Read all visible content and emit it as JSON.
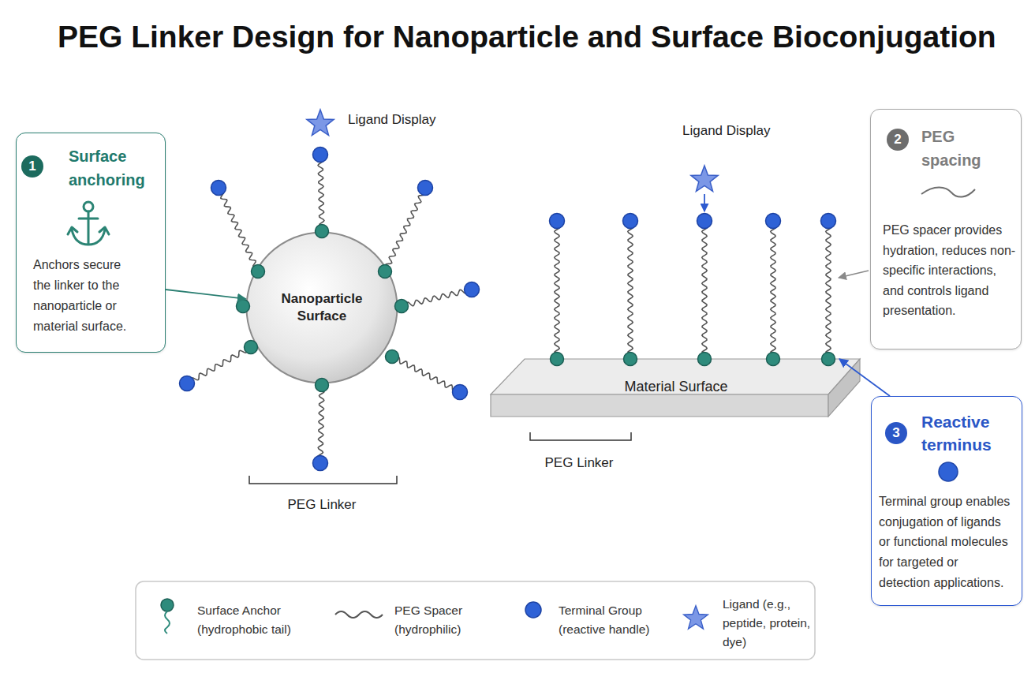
{
  "diagram": {
    "title": "PEG Linker Design for Nanoparticle and Surface Bioconjugation",
    "nodes": [
      {
        "text": [
          "1",
          "Surface anchoring",
          "Anchors secure the linker to the nanoparticle or material surface."
        ]
      },
      {
        "text": [
          "Nanoparticle Surface"
        ]
      },
      {
        "text": [
          "2",
          "PEG spacing",
          "PEG spacer provides hydration, reduces non-specific interactions, and controls ligand presentation."
        ]
      },
      {
        "text": [
          "Material Surface"
        ]
      },
      {
        "text": [
          "3",
          "Reactive terminus",
          "Terminal group enables conjugation of ligands or functional molecules for targeted or detection applications."
        ]
      }
    ],
    "edges": [
      {
        "from": 0,
        "to": 1,
        "arrow": "to"
      },
      {
        "from": 4,
        "to": 3,
        "arrow": "to"
      }
    ],
    "labels": [
      "Ligand Display",
      "Ligand Display",
      "PEG Linker",
      "PEG Linker"
    ],
    "legend": [
      {
        "text": "Surface Anchor (hydrophobic tail)"
      },
      {
        "text": "PEG Spacer (hydrophilic)"
      },
      {
        "text": "Terminal Group (reactive handle)"
      },
      {
        "text": "Ligand (e.g., peptide, protein, dye)"
      }
    ]
  }
}
